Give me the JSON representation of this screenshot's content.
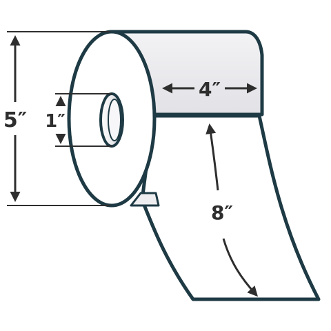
{
  "labels": {
    "height": "5″",
    "core": "1″",
    "width": "4″",
    "length": "8″"
  },
  "colors": {
    "outline": "#1e3a44",
    "label_face": "#ffffff",
    "label_shade": "#e9e9ec",
    "dimension": "#2e2e2e"
  }
}
